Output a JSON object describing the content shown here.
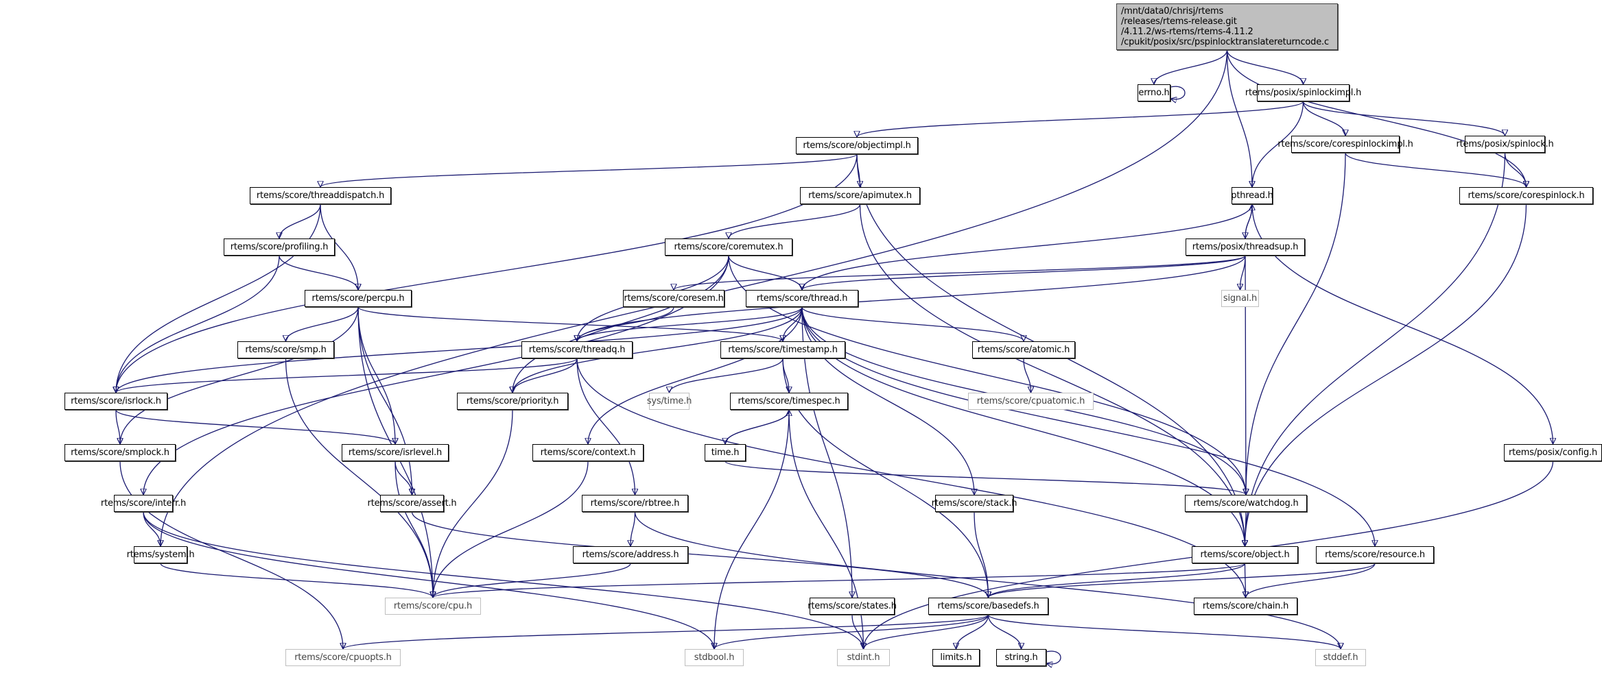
{
  "diagram": {
    "title": "include dependency graph for pspinlocktranslatereturncode.c",
    "colors": {
      "edge": "#191970",
      "root_fill": "#bfbfbf",
      "external_border": "#bfbfbf",
      "node_border": "#000000"
    },
    "root": {
      "id": "root",
      "label": "/mnt/data0/chrisj/rtems\n/releases/rtems-release.git\n/4.11.2/ws-rtems/rtems-4.11.2\n/cpukit/posix/src/pspinlocktranslatereturncode.c"
    },
    "nodes": [
      {
        "id": "errno",
        "label": "errno.h",
        "external": false
      },
      {
        "id": "spinlockimpl",
        "label": "rtems/posix/spinlockimpl.h",
        "external": false
      },
      {
        "id": "objectimpl",
        "label": "rtems/score/objectimpl.h",
        "external": false
      },
      {
        "id": "corespinlockimpl",
        "label": "rtems/score/corespinlockimpl.h",
        "external": false
      },
      {
        "id": "posixspinlock",
        "label": "rtems/posix/spinlock.h",
        "external": false
      },
      {
        "id": "threaddispatch",
        "label": "rtems/score/threaddispatch.h",
        "external": false
      },
      {
        "id": "apimutex",
        "label": "rtems/score/apimutex.h",
        "external": false
      },
      {
        "id": "pthread",
        "label": "pthread.h",
        "external": false
      },
      {
        "id": "corespinlock",
        "label": "rtems/score/corespinlock.h",
        "external": false
      },
      {
        "id": "profiling",
        "label": "rtems/score/profiling.h",
        "external": false
      },
      {
        "id": "coremutex",
        "label": "rtems/score/coremutex.h",
        "external": false
      },
      {
        "id": "threadsup",
        "label": "rtems/posix/threadsup.h",
        "external": false
      },
      {
        "id": "percpu",
        "label": "rtems/score/percpu.h",
        "external": false
      },
      {
        "id": "coresem",
        "label": "rtems/score/coresem.h",
        "external": false
      },
      {
        "id": "thread",
        "label": "rtems/score/thread.h",
        "external": false
      },
      {
        "id": "signal",
        "label": "signal.h",
        "external": true
      },
      {
        "id": "smp",
        "label": "rtems/score/smp.h",
        "external": false
      },
      {
        "id": "threadq",
        "label": "rtems/score/threadq.h",
        "external": false
      },
      {
        "id": "timestamp",
        "label": "rtems/score/timestamp.h",
        "external": false
      },
      {
        "id": "atomic",
        "label": "rtems/score/atomic.h",
        "external": false
      },
      {
        "id": "isrlock",
        "label": "rtems/score/isrlock.h",
        "external": false
      },
      {
        "id": "priority",
        "label": "rtems/score/priority.h",
        "external": false
      },
      {
        "id": "systime",
        "label": "sys/time.h",
        "external": true
      },
      {
        "id": "timespec",
        "label": "rtems/score/timespec.h",
        "external": false
      },
      {
        "id": "cpuatomic",
        "label": "rtems/score/cpuatomic.h",
        "external": true
      },
      {
        "id": "smplock",
        "label": "rtems/score/smplock.h",
        "external": false
      },
      {
        "id": "isrlevel",
        "label": "rtems/score/isrlevel.h",
        "external": false
      },
      {
        "id": "context",
        "label": "rtems/score/context.h",
        "external": false
      },
      {
        "id": "timeh",
        "label": "time.h",
        "external": false
      },
      {
        "id": "posixconfig",
        "label": "rtems/posix/config.h",
        "external": false
      },
      {
        "id": "interr",
        "label": "rtems/score/interr.h",
        "external": false
      },
      {
        "id": "assert",
        "label": "rtems/score/assert.h",
        "external": false
      },
      {
        "id": "rbtree",
        "label": "rtems/score/rbtree.h",
        "external": false
      },
      {
        "id": "stack",
        "label": "rtems/score/stack.h",
        "external": false
      },
      {
        "id": "watchdog",
        "label": "rtems/score/watchdog.h",
        "external": false
      },
      {
        "id": "system",
        "label": "rtems/system.h",
        "external": false
      },
      {
        "id": "address",
        "label": "rtems/score/address.h",
        "external": false
      },
      {
        "id": "object",
        "label": "rtems/score/object.h",
        "external": false
      },
      {
        "id": "resource",
        "label": "rtems/score/resource.h",
        "external": false
      },
      {
        "id": "cpu",
        "label": "rtems/score/cpu.h",
        "external": true
      },
      {
        "id": "states",
        "label": "rtems/score/states.h",
        "external": false
      },
      {
        "id": "basedefs",
        "label": "rtems/score/basedefs.h",
        "external": false
      },
      {
        "id": "chain",
        "label": "rtems/score/chain.h",
        "external": false
      },
      {
        "id": "cpuopts",
        "label": "rtems/score/cpuopts.h",
        "external": true
      },
      {
        "id": "stdbool",
        "label": "stdbool.h",
        "external": true
      },
      {
        "id": "stdint",
        "label": "stdint.h",
        "external": true
      },
      {
        "id": "limits",
        "label": "limits.h",
        "external": false
      },
      {
        "id": "string",
        "label": "string.h",
        "external": false
      },
      {
        "id": "stddef",
        "label": "stddef.h",
        "external": true
      }
    ],
    "edges": [
      [
        "root",
        "errno"
      ],
      [
        "root",
        "spinlockimpl"
      ],
      [
        "root",
        "pthread"
      ],
      [
        "root",
        "corespinlock"
      ],
      [
        "root",
        "system"
      ],
      [
        "errno",
        "errno"
      ],
      [
        "spinlockimpl",
        "objectimpl"
      ],
      [
        "spinlockimpl",
        "corespinlockimpl"
      ],
      [
        "spinlockimpl",
        "posixspinlock"
      ],
      [
        "spinlockimpl",
        "pthread"
      ],
      [
        "objectimpl",
        "threaddispatch"
      ],
      [
        "objectimpl",
        "apimutex"
      ],
      [
        "objectimpl",
        "isrlock"
      ],
      [
        "objectimpl",
        "object"
      ],
      [
        "corespinlockimpl",
        "corespinlock"
      ],
      [
        "corespinlockimpl",
        "watchdog"
      ],
      [
        "posixspinlock",
        "corespinlock"
      ],
      [
        "posixspinlock",
        "object"
      ],
      [
        "threaddispatch",
        "profiling"
      ],
      [
        "threaddispatch",
        "percpu"
      ],
      [
        "threaddispatch",
        "isrlock"
      ],
      [
        "apimutex",
        "coremutex"
      ],
      [
        "apimutex",
        "object"
      ],
      [
        "pthread",
        "threadsup"
      ],
      [
        "pthread",
        "thread"
      ],
      [
        "pthread",
        "posixconfig"
      ],
      [
        "corespinlock",
        "object"
      ],
      [
        "profiling",
        "percpu"
      ],
      [
        "profiling",
        "isrlock"
      ],
      [
        "coremutex",
        "thread"
      ],
      [
        "coremutex",
        "threadq"
      ],
      [
        "coremutex",
        "priority"
      ],
      [
        "coremutex",
        "watchdog"
      ],
      [
        "coremutex",
        "interr"
      ],
      [
        "threadsup",
        "pthread"
      ],
      [
        "threadsup",
        "coresem"
      ],
      [
        "threadsup",
        "thread"
      ],
      [
        "threadsup",
        "threadq"
      ],
      [
        "threadsup",
        "signal"
      ],
      [
        "threadsup",
        "watchdog"
      ],
      [
        "percpu",
        "smp"
      ],
      [
        "percpu",
        "timestamp"
      ],
      [
        "percpu",
        "isrlevel"
      ],
      [
        "percpu",
        "assert"
      ],
      [
        "percpu",
        "cpu"
      ],
      [
        "percpu",
        "smplock"
      ],
      [
        "coresem",
        "threadq"
      ],
      [
        "thread",
        "threadq"
      ],
      [
        "thread",
        "timestamp"
      ],
      [
        "thread",
        "atomic"
      ],
      [
        "thread",
        "isrlock"
      ],
      [
        "thread",
        "priority"
      ],
      [
        "thread",
        "context"
      ],
      [
        "thread",
        "stack"
      ],
      [
        "thread",
        "watchdog"
      ],
      [
        "thread",
        "object"
      ],
      [
        "thread",
        "resource"
      ],
      [
        "thread",
        "states"
      ],
      [
        "smp",
        "cpu"
      ],
      [
        "threadq",
        "priority"
      ],
      [
        "threadq",
        "rbtree"
      ],
      [
        "threadq",
        "isrlock"
      ],
      [
        "threadq",
        "chain"
      ],
      [
        "timestamp",
        "systime"
      ],
      [
        "timestamp",
        "timespec"
      ],
      [
        "timestamp",
        "basedefs"
      ],
      [
        "atomic",
        "cpuatomic"
      ],
      [
        "isrlock",
        "smplock"
      ],
      [
        "isrlock",
        "isrlevel"
      ],
      [
        "priority",
        "cpu"
      ],
      [
        "timespec",
        "timeh"
      ],
      [
        "timespec",
        "stdbool"
      ],
      [
        "timespec",
        "stdint"
      ],
      [
        "smplock",
        "cpuopts"
      ],
      [
        "isrlevel",
        "assert"
      ],
      [
        "isrlevel",
        "cpu"
      ],
      [
        "context",
        "cpu"
      ],
      [
        "timeh",
        "timespec"
      ],
      [
        "timeh",
        "watchdog"
      ],
      [
        "posixconfig",
        "stdint"
      ],
      [
        "interr",
        "system"
      ],
      [
        "interr",
        "stdbool"
      ],
      [
        "interr",
        "stdint"
      ],
      [
        "assert",
        "basedefs"
      ],
      [
        "rbtree",
        "address"
      ],
      [
        "rbtree",
        "stddef"
      ],
      [
        "stack",
        "basedefs"
      ],
      [
        "watchdog",
        "object"
      ],
      [
        "system",
        "cpu"
      ],
      [
        "address",
        "cpu"
      ],
      [
        "object",
        "cpu"
      ],
      [
        "object",
        "basedefs"
      ],
      [
        "object",
        "chain"
      ],
      [
        "resource",
        "basedefs"
      ],
      [
        "resource",
        "chain"
      ],
      [
        "states",
        "stdint"
      ],
      [
        "basedefs",
        "cpuopts"
      ],
      [
        "basedefs",
        "stdbool"
      ],
      [
        "basedefs",
        "stdint"
      ],
      [
        "basedefs",
        "limits"
      ],
      [
        "basedefs",
        "string"
      ],
      [
        "basedefs",
        "stddef"
      ],
      [
        "string",
        "string"
      ]
    ]
  }
}
